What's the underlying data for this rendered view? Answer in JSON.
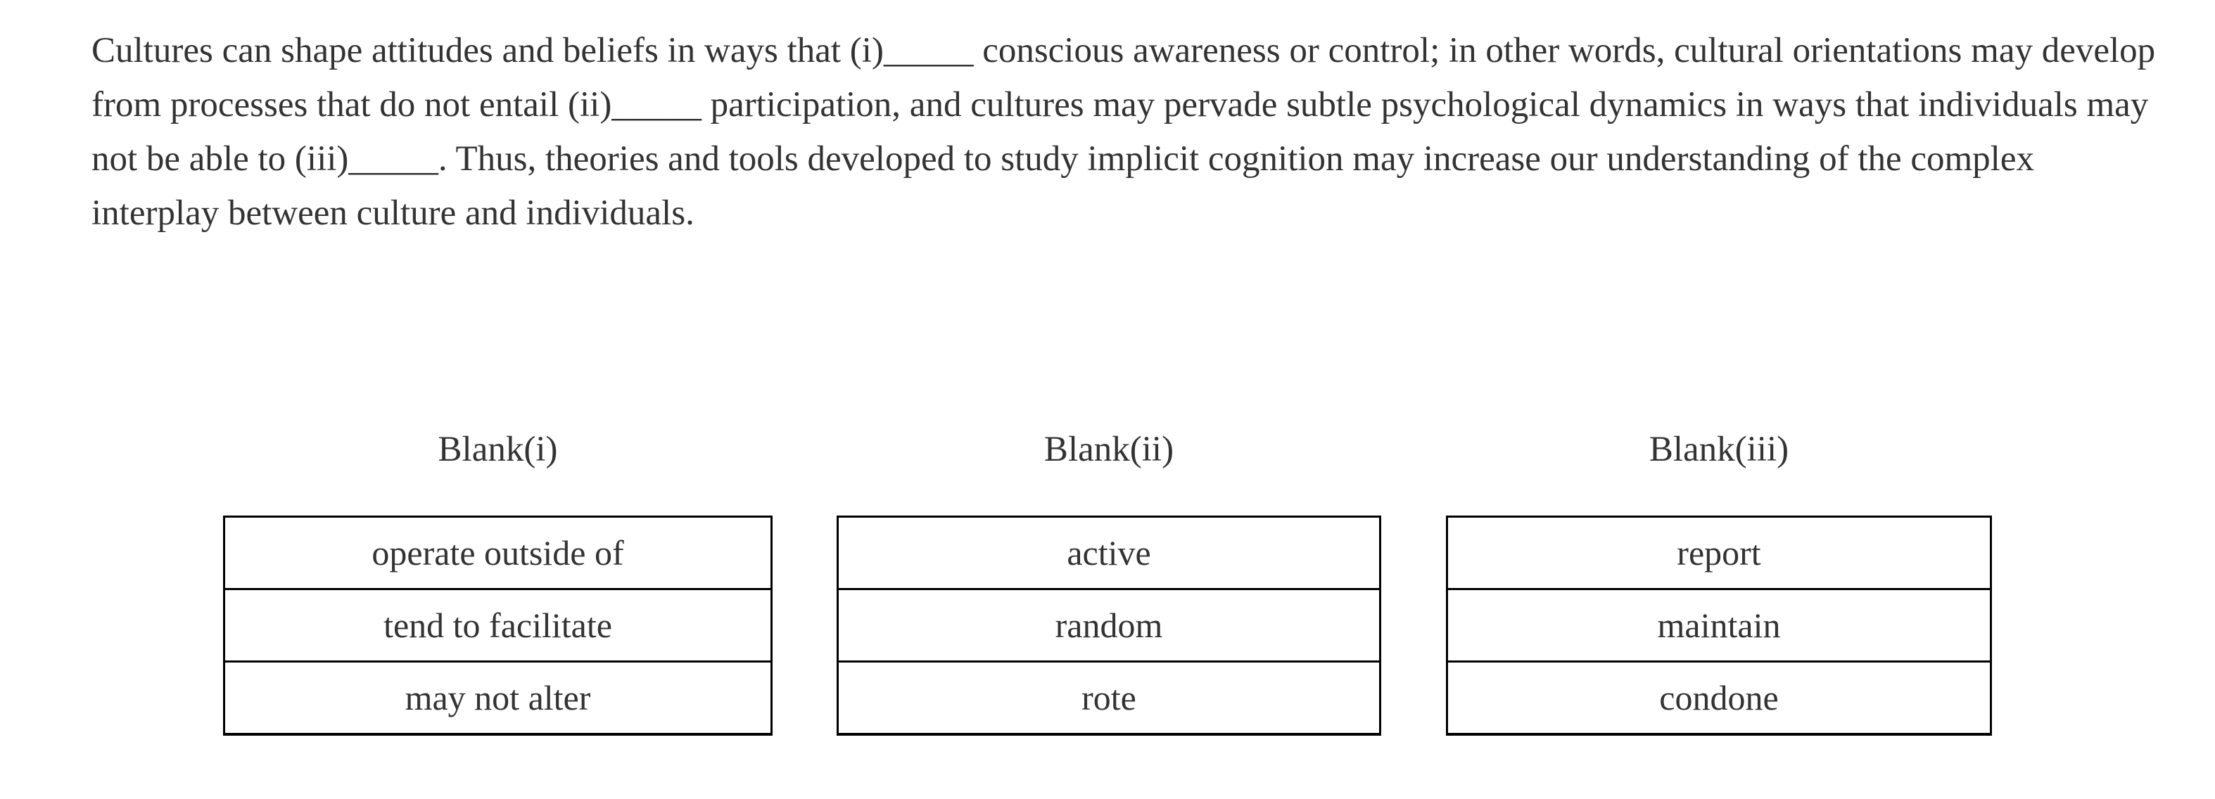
{
  "page": {
    "background_color": "#ffffff",
    "text_color": "#333333",
    "border_color": "#000000"
  },
  "passage": {
    "segments": [
      "Cultures can shape attitudes and beliefs in ways that (i)",
      "_____",
      " conscious awareness or control; in other words, cultural orientations may develop from processes that do not entail (ii)",
      "_____",
      " participation, and cultures may pervade subtle psychological dynamics in ways that individuals may not be able to (iii)",
      "_____",
      ". Thus, theories and tools developed to study implicit cognition may increase our understanding of the complex interplay between culture and individuals."
    ]
  },
  "columns": [
    {
      "label": "Blank(i)",
      "options": [
        "operate outside of",
        "tend to facilitate",
        "may not alter"
      ]
    },
    {
      "label": "Blank(ii)",
      "options": [
        "active",
        "random",
        "rote"
      ]
    },
    {
      "label": "Blank(iii)",
      "options": [
        "report",
        "maintain",
        "condone"
      ]
    }
  ]
}
